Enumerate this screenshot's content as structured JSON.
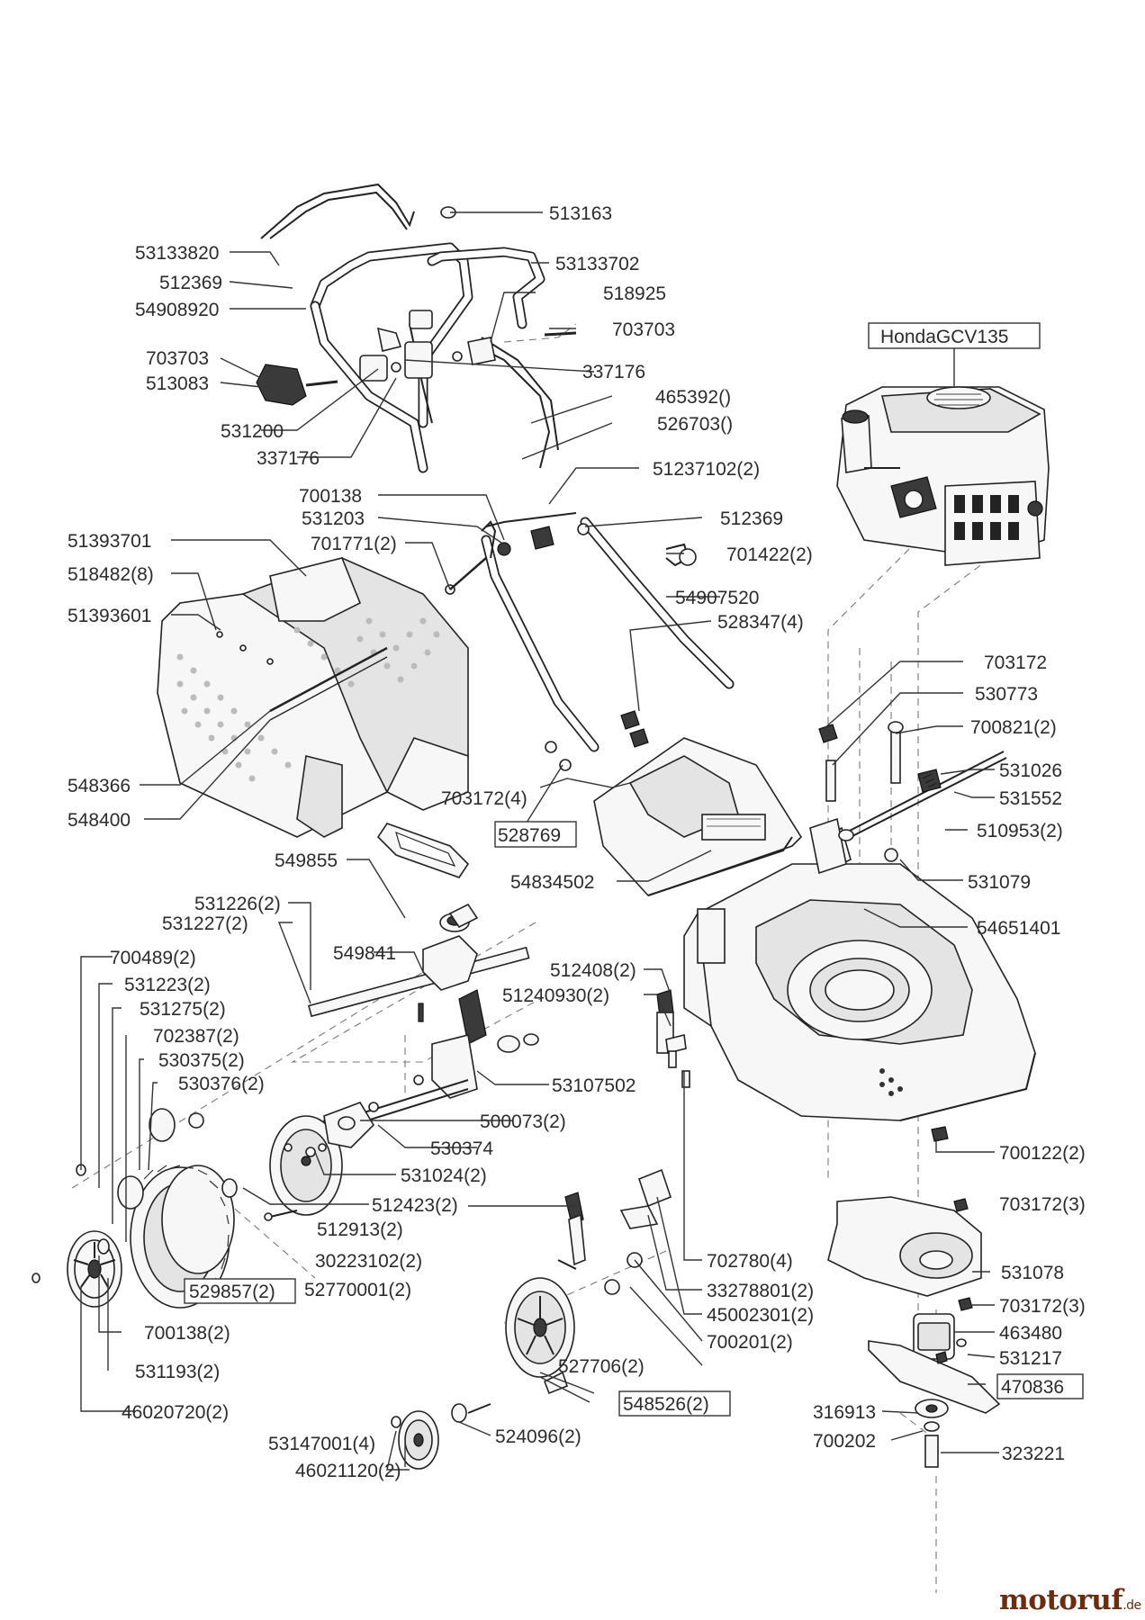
{
  "engine_label": "HondaGCV135",
  "labels": [
    "513163",
    "53133820",
    "512369",
    "54908920",
    "53133702",
    "518925",
    "703703",
    "703703",
    "513083",
    "337176",
    "465392()",
    "531200",
    "337176",
    "526703()",
    "51237102(2)",
    "700138",
    "531203",
    "512369",
    "701771(2)",
    "51393701",
    "701422(2)",
    "518482(8)",
    "54907520",
    "51393601",
    "528347(4)",
    "703172",
    "530773",
    "700821(2)",
    "531026",
    "548366",
    "703172(4)",
    "531552",
    "548400",
    "510953(2)",
    "528769",
    "549855",
    "54834502",
    "531079",
    "531226(2)",
    "531227(2)",
    "54651401",
    "549841",
    "700489(2)",
    "512408(2)",
    "531223(2)",
    "51240930(2)",
    "531275(2)",
    "702387(2)",
    "530375(2)",
    "53107502",
    "530376(2)",
    "500073(2)",
    "530374",
    "700122(2)",
    "531024(2)",
    "512423(2)",
    "703172(3)",
    "512913(2)",
    "30223102(2)",
    "702780(4)",
    "531078",
    "52770001(2)",
    "33278801(2)",
    "529857(2)",
    "45002301(2)",
    "703172(3)",
    "700138(2)",
    "700201(2)",
    "463480",
    "527706(2)",
    "531217",
    "531193(2)",
    "548526(2)",
    "470836",
    "316913",
    "46020720(2)",
    "700202",
    "323221",
    "53147001(4)",
    "524096(2)",
    "46021120(2)"
  ],
  "brand": {
    "name": "motoruf",
    "suffix": ".de"
  }
}
